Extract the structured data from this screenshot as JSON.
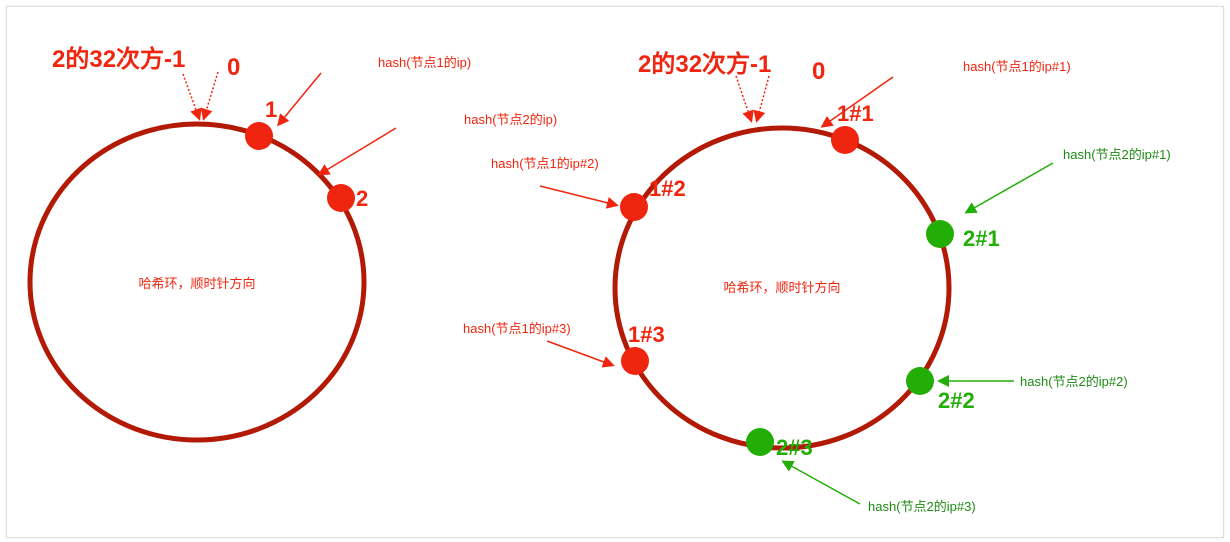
{
  "colors": {
    "ring": "#b31a06",
    "node1": "#f0250f",
    "node2": "#22ad07",
    "node2_text": "#1f8a15"
  },
  "left": {
    "max_label": "2的32次方-1",
    "zero_label": "0",
    "center_text": "哈希环，顺时针方向",
    "nodes": [
      {
        "label": "1",
        "hash": "hash(节点1的ip)"
      },
      {
        "label": "2",
        "hash": "hash(节点2的ip)"
      }
    ]
  },
  "right": {
    "max_label": "2的32次方-1",
    "zero_label": "0",
    "center_text": "哈希环，顺时针方向",
    "nodes": [
      {
        "label": "1#1",
        "hash": "hash(节点1的ip#1)"
      },
      {
        "label": "1#2",
        "hash": "hash(节点1的ip#2)"
      },
      {
        "label": "1#3",
        "hash": "hash(节点1的ip#3)"
      },
      {
        "label": "2#1",
        "hash": "hash(节点2的ip#1)"
      },
      {
        "label": "2#2",
        "hash": "hash(节点2的ip#2)"
      },
      {
        "label": "2#3",
        "hash": "hash(节点2的ip#3)"
      }
    ]
  }
}
